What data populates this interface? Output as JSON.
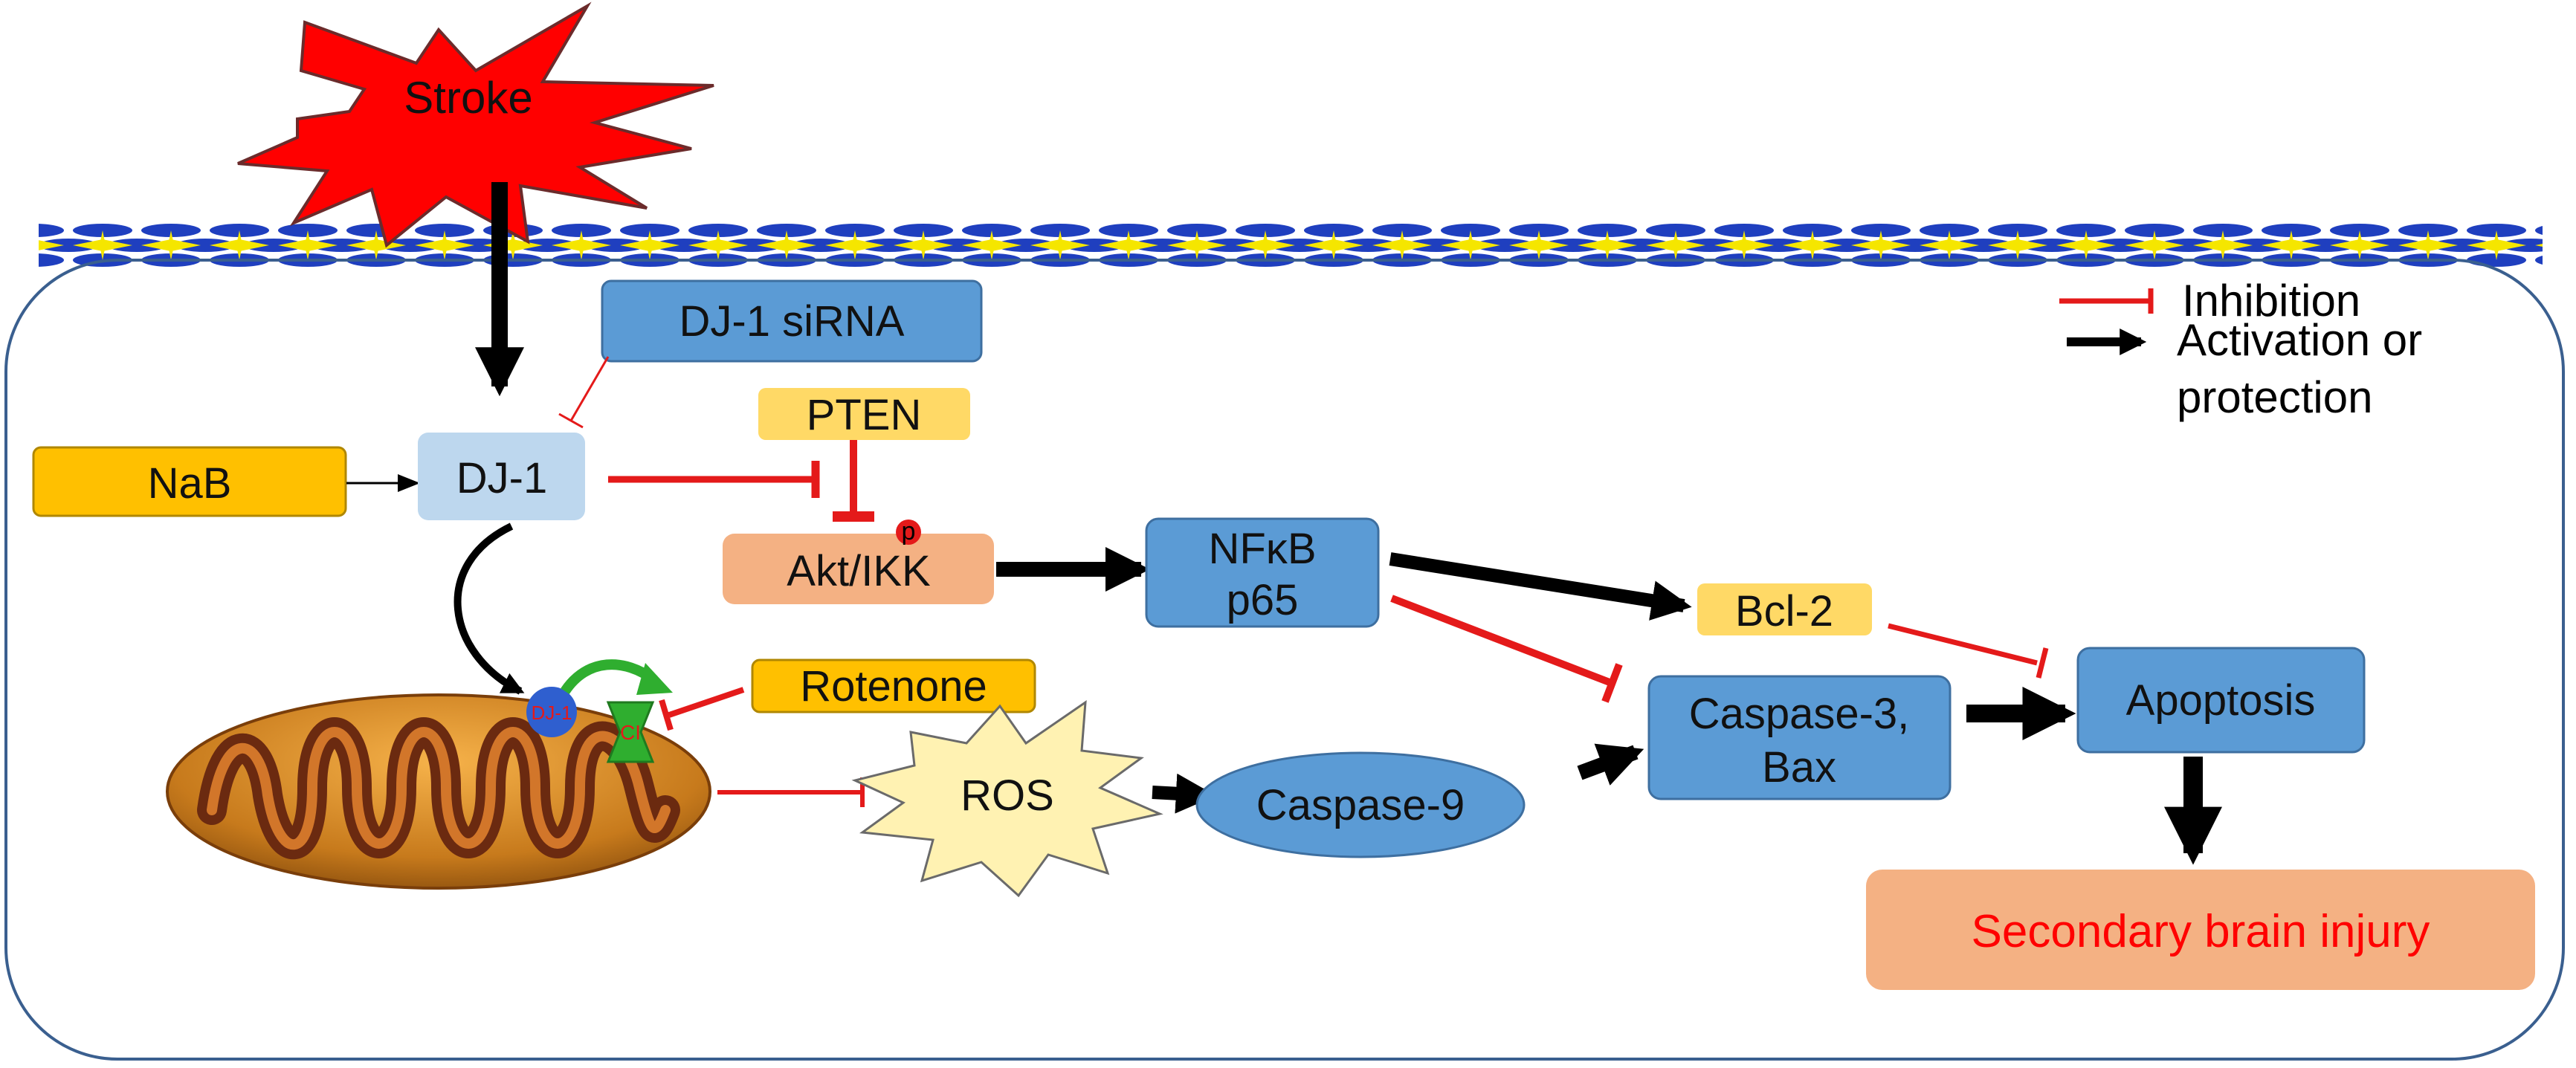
{
  "nodes": {
    "stroke": "Stroke",
    "dj1_sirna": "DJ-1 siRNA",
    "pten": "PTEN",
    "nab": "NaB",
    "dj1": "DJ-1",
    "akt": "Akt/IKK",
    "phospho": "p",
    "nfkb_line1": "NFκB",
    "nfkb_line2": "p65",
    "bcl2": "Bcl-2",
    "rotenone": "Rotenone",
    "mito_dj1": "DJ-1",
    "mito_ci": "CI",
    "ros": "ROS",
    "caspase9": "Caspase-9",
    "casp3_line1": "Caspase-3,",
    "casp3_line2": "Bax",
    "apoptosis": "Apoptosis",
    "secondary": "Secondary brain injury"
  },
  "legend": {
    "inhibition": "Inhibition",
    "activation_line1": "Activation or",
    "activation_line2": "protection"
  },
  "colors": {
    "blue_box": "#5b9bd5",
    "light_blue_box": "#bdd7ee",
    "yellow_box": "#ffc000",
    "light_yellow_box": "#ffd966",
    "salmon_box": "#f4b183",
    "inhibit_red": "#e41a1a",
    "activate_black": "#000000",
    "stroke_red": "#ff0000",
    "ros_fill": "#fff2b2",
    "membrane_blue": "#1f3fbf",
    "membrane_yellow": "#f5e600",
    "cell_border": "#3a5f8f",
    "injury_text": "#ff0000"
  }
}
